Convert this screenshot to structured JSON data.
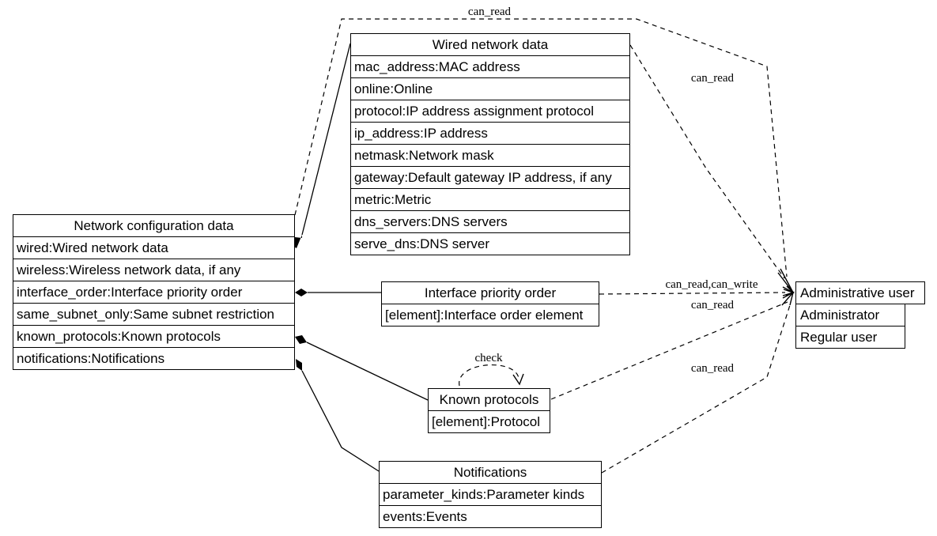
{
  "nodes": {
    "wired": {
      "title": "Wired network data",
      "fields": [
        "mac_address:MAC address",
        "online:Online",
        "protocol:IP address assignment protocol",
        "ip_address:IP address",
        "netmask:Network mask",
        "gateway:Default gateway IP address, if any",
        "metric:Metric",
        "dns_servers:DNS servers",
        "serve_dns:DNS server"
      ]
    },
    "netconf": {
      "title": "Network configuration data",
      "fields": [
        "wired:Wired network data",
        "wireless:Wireless network data, if any",
        "interface_order:Interface priority order",
        "same_subnet_only:Same subnet restriction",
        "known_protocols:Known protocols",
        "notifications:Notifications"
      ]
    },
    "iface": {
      "title": "Interface priority order",
      "fields": [
        "[element]:Interface order element"
      ]
    },
    "known": {
      "title": "Known protocols",
      "fields": [
        "[element]:Protocol"
      ]
    },
    "notif": {
      "title": "Notifications",
      "fields": [
        "parameter_kinds:Parameter kinds",
        "events:Events"
      ]
    },
    "users": {
      "title": "Administrative user",
      "roles": [
        "Administrator",
        "Regular user"
      ]
    }
  },
  "edge_labels": {
    "netconf_to_admin": "can_read",
    "wired_to_admin": "can_read",
    "iface_to_admin": "can_read,can_write",
    "known_to_admin": "can_read",
    "notif_to_admin": "can_read",
    "known_self": "check"
  }
}
